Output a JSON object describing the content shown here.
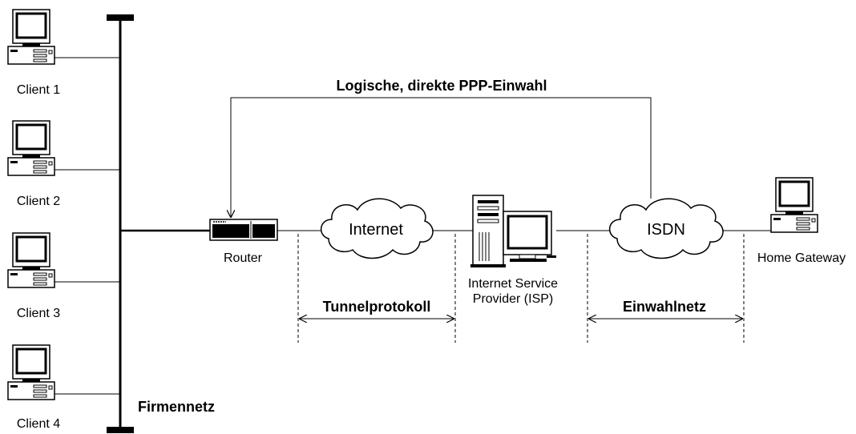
{
  "diagram": {
    "clients": [
      {
        "label": "Client 1"
      },
      {
        "label": "Client 2"
      },
      {
        "label": "Client 3"
      },
      {
        "label": "Client 4"
      }
    ],
    "router": {
      "label": "Router"
    },
    "internet_cloud": {
      "label": "Internet"
    },
    "isp": {
      "label": "Internet Service\nProvider (ISP)"
    },
    "isdn_cloud": {
      "label": "ISDN"
    },
    "home_gateway": {
      "label": "Home Gateway"
    },
    "top_connection": {
      "label": "Logische, direkte PPP-Einwahl"
    },
    "segments": {
      "tunnel": "Tunnelprotokoll",
      "dialup": "Einwahlnetz"
    },
    "corporate_net": {
      "label": "Firmennetz"
    }
  }
}
